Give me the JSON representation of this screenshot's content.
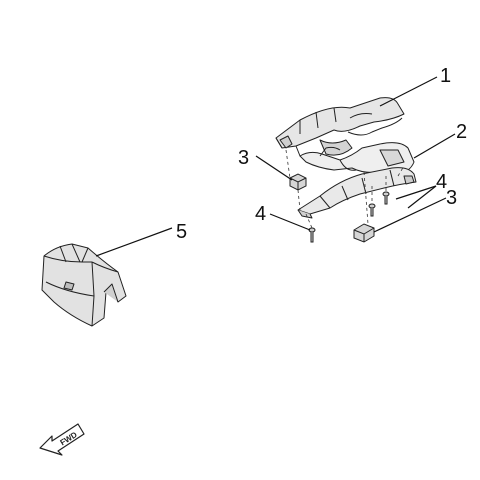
{
  "callouts": {
    "c1": "1",
    "c2": "2",
    "c3_left": "3",
    "c3_right": "3",
    "c4_left": "4",
    "c4_right": "4",
    "c5": "5"
  },
  "fwd_label": "FWD",
  "colors": {
    "line": "#222222",
    "shade": "#dcdcdc",
    "shade_dark": "#b9b9b9"
  }
}
